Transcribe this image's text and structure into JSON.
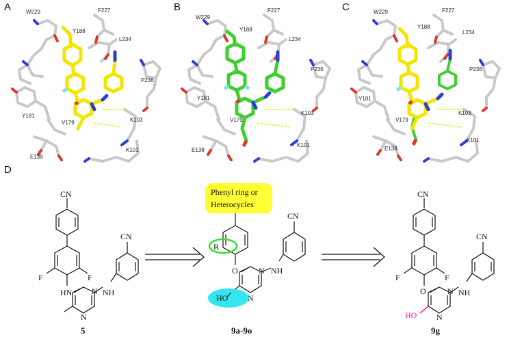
{
  "panels": {
    "A": "A",
    "B": "B",
    "C": "C",
    "D": "D"
  },
  "residues": {
    "W229": "W229",
    "F227": "F227",
    "Y188": "Y188",
    "L234": "L234",
    "P236": "P236",
    "Y181": "Y181",
    "K103": "K103",
    "V179": "V179",
    "E138": "E138",
    "K101": "K101"
  },
  "chemistry": {
    "CN": "CN",
    "F": "F",
    "HN": "HN",
    "NH": "NH",
    "N": "N",
    "O": "O",
    "R": "R",
    "HO": "HO",
    "highlight_line1": "Phenyl ring or",
    "highlight_line2": "Heterocycles"
  },
  "compounds": {
    "left": "5",
    "middle": "9a-9o",
    "right": "9g"
  },
  "colors": {
    "ligand_yellow": "#f2e600",
    "ligand_green": "#3fce2f",
    "protein_grey": "#c8c8c8",
    "oxygen_red": "#d93a2b",
    "nitrogen_blue": "#2b3fd6",
    "fluorine_cyan": "#7fe3e3",
    "highlight_yellow": "#ffff33",
    "ellipse_green": "#33dd33",
    "ellipse_cyan": "#33e6f2",
    "hydroxymethyl_magenta": "#ff22dd"
  }
}
